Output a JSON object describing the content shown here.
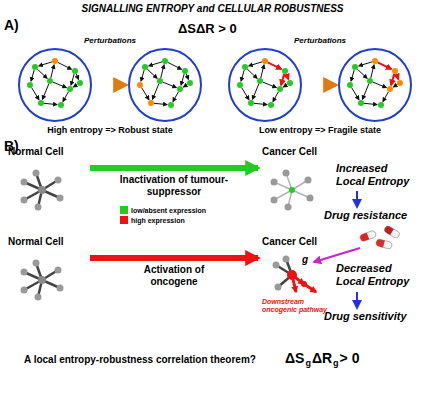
{
  "diagram": {
    "title": "SIGNALLING ENTROPY and CELLULAR ROBUSTNESS",
    "nodes": [
      {
        "text": [
          "Normal Cell"
        ]
      },
      {
        "text": [
          "Cancer Cell"
        ]
      },
      {
        "text": [
          "Normal Cell"
        ]
      },
      {
        "text": [
          "Cancer Cell"
        ]
      }
    ],
    "edges": [
      {
        "from": 0,
        "to": 1,
        "arrow": "to",
        "label": "Inactivation of tumour-suppressor"
      },
      {
        "from": 2,
        "to": 3,
        "arrow": "to",
        "label": "Activation of oncogene"
      }
    ],
    "labels": [
      "A)",
      "ΔSΔR > 0",
      "Perturbations",
      "Perturbations",
      "High entropy => Robust state",
      "Low entropy => Fragile state",
      "B)",
      "Increased Local Entropy",
      "Drug resistance",
      "Decreased Local Entropy",
      "g",
      "Downstream oncogenic pathway",
      "Drug sensitivity",
      "A local entropy-robustness correlation theorem?",
      "ΔS",
      "g",
      "ΔR",
      "g",
      "> 0"
    ],
    "legend": [
      {
        "text": "low/absent expression",
        "color": "#22cc22"
      },
      {
        "text": "high expression",
        "color": "#ee1111"
      }
    ]
  }
}
